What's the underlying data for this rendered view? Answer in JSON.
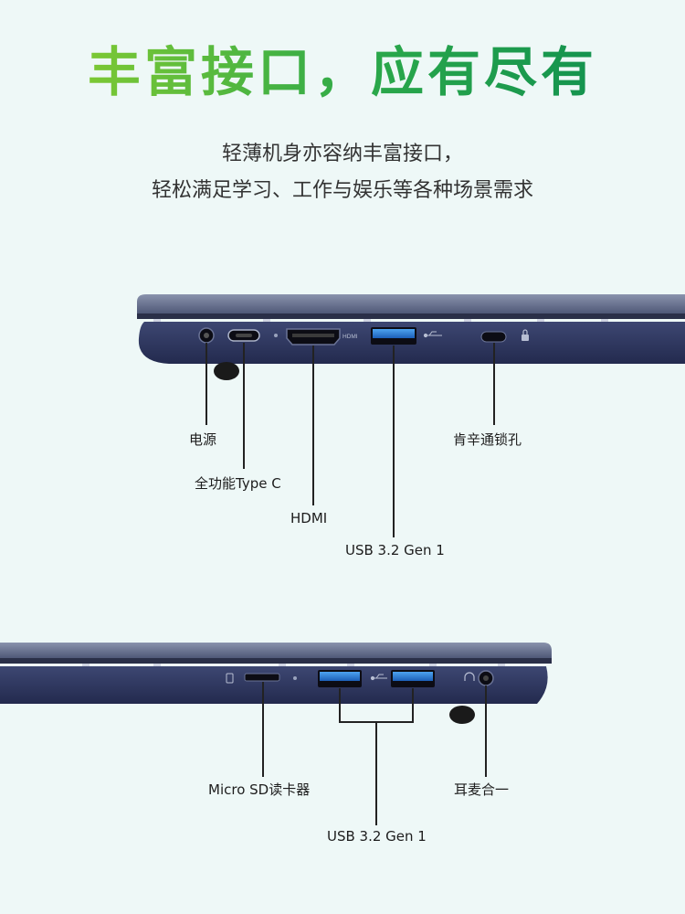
{
  "headline": "丰富接口，应有尽有",
  "subtitle": [
    "轻薄机身亦容纳丰富接口，",
    "轻松满足学习、工作与娱乐等各种场景需求"
  ],
  "top_side": {
    "ports": [
      {
        "label": "电源",
        "icon": "dc-power-port"
      },
      {
        "label": "全功能Type C",
        "icon": "usb-c-port"
      },
      {
        "label": "HDMI",
        "icon": "hdmi-port"
      },
      {
        "label": "USB 3.2 Gen 1",
        "icon": "usb-a-port"
      },
      {
        "label": "肯辛通锁孔",
        "icon": "kensington-lock-slot"
      }
    ],
    "engraved": {
      "hdmi": "HDMI"
    }
  },
  "bottom_side": {
    "ports": [
      {
        "label": "Micro SD读卡器",
        "icon": "micro-sd-slot"
      },
      {
        "label": "USB 3.2 Gen 1",
        "icon": "usb-a-port"
      },
      {
        "label": "耳麦合一",
        "icon": "audio-combo-jack"
      }
    ]
  },
  "colors": {
    "chassis": "#2d3660",
    "lid": "#5e6888",
    "usb_blue": "#2f7fd8",
    "headline_green": "#2ba84a"
  }
}
